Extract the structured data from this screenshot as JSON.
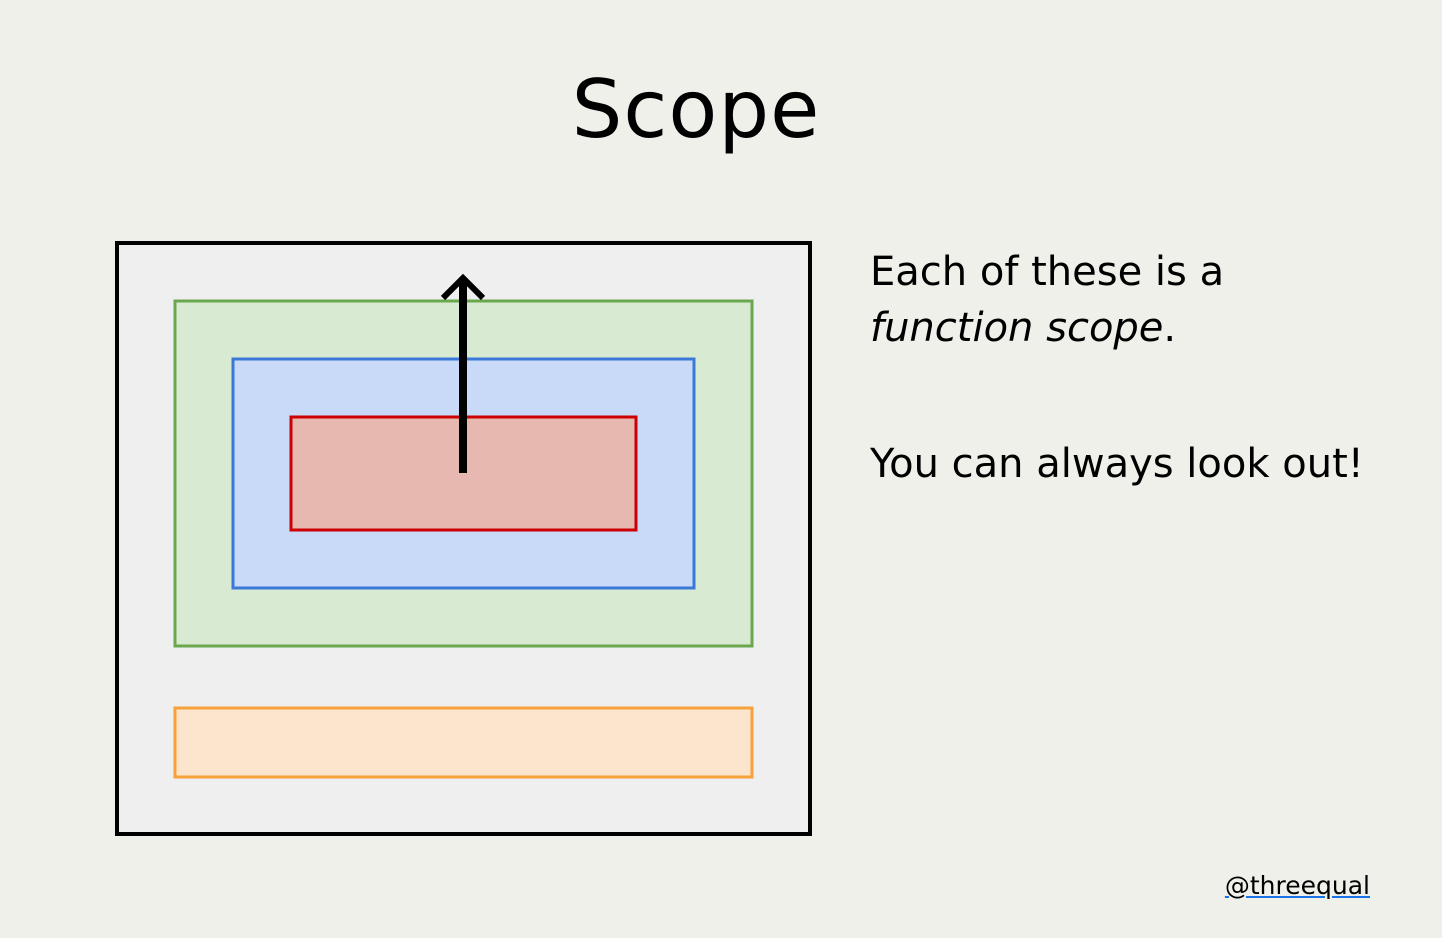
{
  "title": "Scope",
  "description": {
    "line1_text": "Each of these is a",
    "line2_emphasis": "function scope",
    "line2_suffix": ".",
    "paragraph2": "You can always look out!"
  },
  "handle": "@threequal",
  "diagram": {
    "scopes": [
      {
        "name": "outer",
        "stroke": "#000000",
        "fill": "#efefef"
      },
      {
        "name": "green",
        "stroke": "#6aa84f",
        "fill": "#d9ead3"
      },
      {
        "name": "blue",
        "stroke": "#3c78d8",
        "fill": "#c9daf8"
      },
      {
        "name": "red",
        "stroke": "#cc0000",
        "fill": "#e6b8af"
      },
      {
        "name": "orange",
        "stroke": "#f6a13a",
        "fill": "#fce5cd"
      }
    ],
    "arrow_color": "#000000"
  }
}
